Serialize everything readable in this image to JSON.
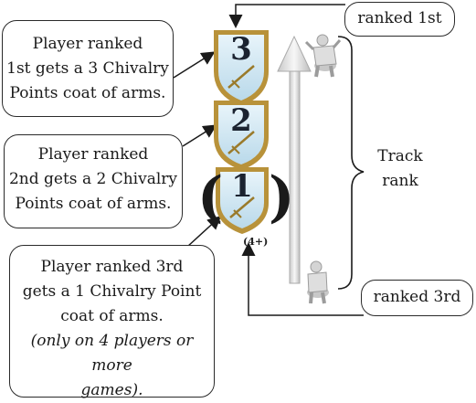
{
  "callouts": {
    "first": {
      "lines": [
        "Player ranked",
        "1st gets a 3 Chivalry",
        "Points coat of arms."
      ]
    },
    "second": {
      "lines": [
        "Player ranked",
        "2nd gets a 2 Chivalry",
        "Points coat of arms."
      ]
    },
    "third": {
      "lines": [
        "Player ranked 3rd",
        "gets a 1 Chivalry Point",
        "coat of arms."
      ],
      "note": [
        "(only on 4 players or more",
        "games)."
      ]
    }
  },
  "shields": [
    {
      "number": "3",
      "label": "3-chivalry-shield"
    },
    {
      "number": "2",
      "label": "2-chivalry-shield"
    },
    {
      "number": "1",
      "label": "1-chivalry-shield"
    }
  ],
  "parentheses": {
    "open": "(",
    "close": ")"
  },
  "players_tag": "(4+)",
  "track": {
    "line1": "Track",
    "line2": "rank"
  },
  "labels": {
    "top": "ranked 1st",
    "bottom": "ranked 3rd"
  },
  "colors": {
    "shield_border": "#b8923a",
    "shield_fill": "#cfe6f2",
    "outline": "#2a2a2a"
  }
}
